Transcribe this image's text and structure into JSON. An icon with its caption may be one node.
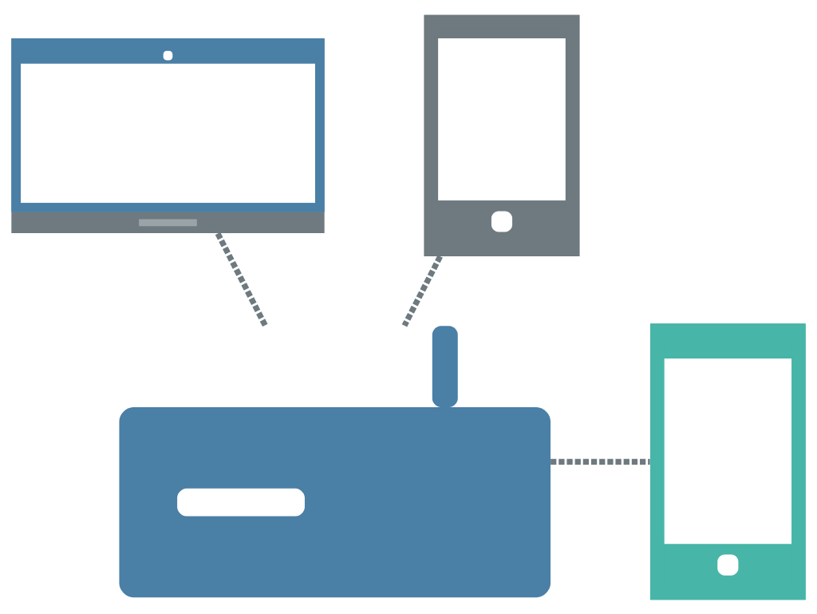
{
  "diagram": {
    "nodes": [
      {
        "text": [],
        "shape": "picture"
      },
      {
        "text": [],
        "shape": "picture"
      },
      {
        "text": [],
        "shape": "picture"
      },
      {
        "text": [],
        "shape": "picture"
      }
    ],
    "edges": [
      {
        "from": 0,
        "to": 2,
        "arrow": "none",
        "style": "dashed"
      },
      {
        "from": 1,
        "to": 2,
        "arrow": "none",
        "style": "dashed"
      },
      {
        "from": 2,
        "to": 3,
        "arrow": "none",
        "style": "dashed"
      }
    ]
  }
}
